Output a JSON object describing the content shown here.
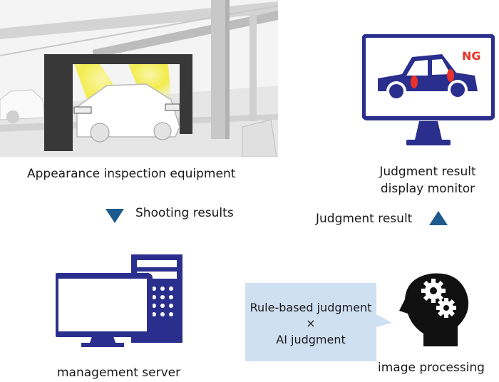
{
  "labels": {
    "equipment": "Appearance inspection equipment",
    "monitor_line1": "Judgment result",
    "monitor_line2": "display monitor",
    "shooting_results": "Shooting results",
    "judgment_result": "Judgment result",
    "management_server": "management server",
    "image_processing": "image processing"
  },
  "monitor": {
    "status_badge": "NG"
  },
  "bubble": {
    "line1": "Rule-based judgment",
    "line2": "×",
    "line3": "AI judgment"
  },
  "colors": {
    "navy": "#2a2f8e",
    "arrow_blue": "#1d5a8e",
    "ng_red": "#e8322a",
    "bubble_fill": "#cfe0f3",
    "light_yellow": "#f2ec4c",
    "head_black": "#111111"
  }
}
